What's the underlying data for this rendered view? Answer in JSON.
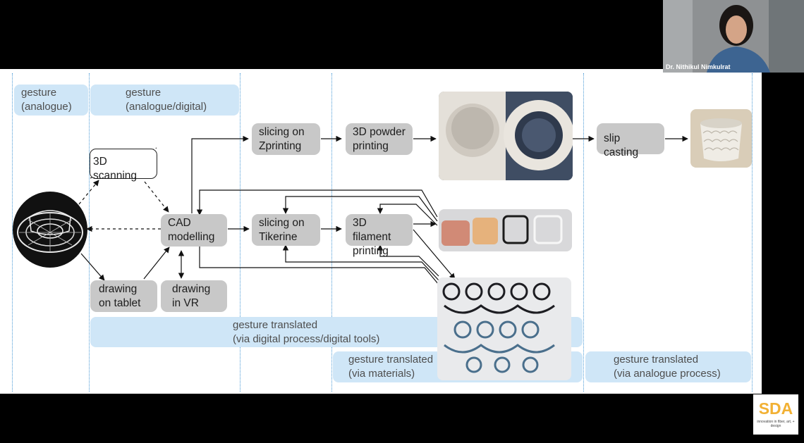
{
  "video": {
    "participant_name": "Dr. Nithikul Nimkulrat"
  },
  "logo": {
    "title": "SDA",
    "subtitle": "innovation in fiber, art, + design"
  },
  "slide": {
    "bands": {
      "gesture_analogue": [
        "gesture",
        "(analogue)"
      ],
      "gesture_analogue_digital": [
        "gesture",
        "(analogue/digital)"
      ],
      "translated_digital": [
        "gesture translated",
        "(via digital process/digital tools)"
      ],
      "translated_materials": [
        "gesture translated",
        "(via materials)"
      ],
      "translated_analogue": [
        "gesture translated",
        "(via analogue process)"
      ]
    },
    "nodes": {
      "scanning": "3D scanning",
      "cad": [
        "CAD",
        "modelling"
      ],
      "slicing_zprinting": [
        "slicing on",
        "Zprinting"
      ],
      "powder_printing": [
        "3D powder",
        "printing"
      ],
      "slip_casting": "slip casting",
      "slicing_tikerine": [
        "slicing on",
        "Tikerine"
      ],
      "filament_printing": [
        "3D filament",
        "printing"
      ],
      "drawing_tablet": [
        "drawing",
        "on tablet"
      ],
      "drawing_vr": [
        "drawing",
        "in VR"
      ]
    }
  },
  "colors": {
    "band": "#cfe6f7",
    "node": "#c8c8c8",
    "divider": "#4a9ad6"
  }
}
